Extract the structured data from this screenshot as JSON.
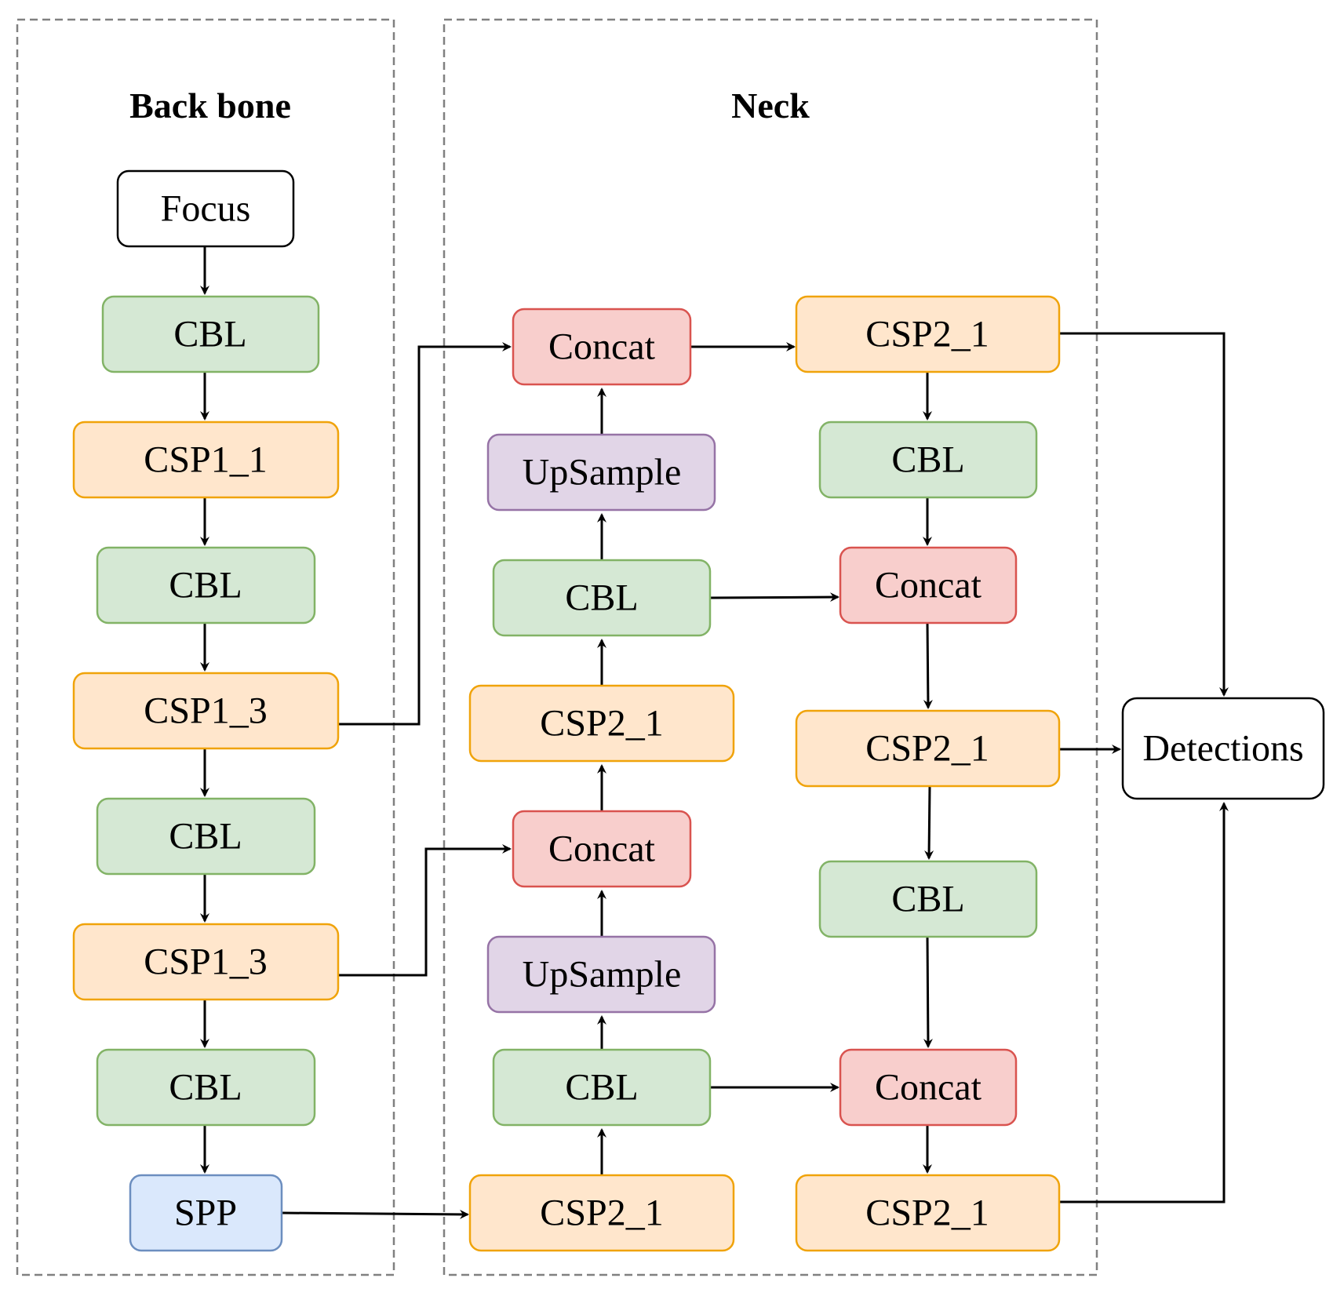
{
  "sections": {
    "backbone_title": "Back bone",
    "neck_title": "Neck"
  },
  "colors": {
    "green_fill": "#d5e8d4",
    "green_stroke": "#82b366",
    "orange_fill": "#ffe6cc",
    "orange_stroke": "#f0a30a",
    "red_fill": "#f8cecc",
    "red_stroke": "#d9534f",
    "purple_fill": "#e1d5e7",
    "purple_stroke": "#9673a6",
    "blue_fill": "#dae8fc",
    "blue_stroke": "#6c8ebf",
    "white_fill": "#ffffff",
    "black_stroke": "#000000"
  },
  "nodes": {
    "b_focus": "Focus",
    "b_cbl1": "CBL",
    "b_csp11": "CSP1_1",
    "b_cbl2": "CBL",
    "b_csp13a": "CSP1_3",
    "b_cbl3": "CBL",
    "b_csp13b": "CSP1_3",
    "b_cbl4": "CBL",
    "b_spp": "SPP",
    "n_concat1": "Concat",
    "n_up1": "UpSample",
    "n_cbl1": "CBL",
    "n_csp21a": "CSP2_1",
    "n_concat2": "Concat",
    "n_up2": "UpSample",
    "n_cbl2": "CBL",
    "n_csp21b": "CSP2_1",
    "r_csp21a": "CSP2_1",
    "r_cbl1": "CBL",
    "r_concat1": "Concat",
    "r_csp21b": "CSP2_1",
    "r_cbl2": "CBL",
    "r_concat2": "Concat",
    "r_csp21c": "CSP2_1",
    "detections": "Detections"
  }
}
